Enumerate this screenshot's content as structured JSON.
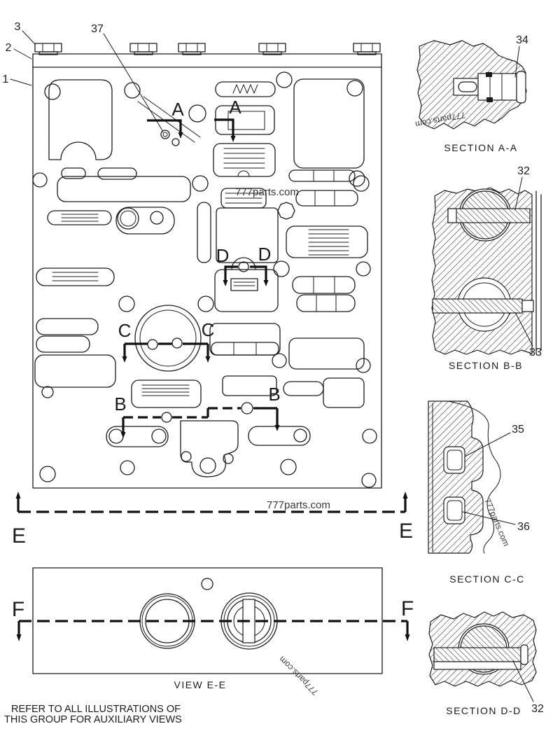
{
  "colors": {
    "line": "#1b1b1b",
    "watermark": "#3a3a3a",
    "background": "#ffffff"
  },
  "callouts": {
    "n1": "1",
    "n2": "2",
    "n3": "3",
    "n37": "37",
    "n32": "32",
    "n33": "33",
    "n34": "34",
    "n35": "35",
    "n36": "36"
  },
  "markers": {
    "a": "A",
    "b": "B",
    "c": "C",
    "d": "D",
    "e": "E",
    "f": "F"
  },
  "section_views": {
    "aa": {
      "label": "SECTION A-A"
    },
    "bb": {
      "label": "SECTION B-B"
    },
    "cc": {
      "label": "SECTION C-C"
    },
    "dd": {
      "label": "SECTION D-D"
    }
  },
  "view_ee_label": "VIEW E-E",
  "watermark": "777parts.com",
  "note": {
    "line1": "REFER TO ALL ILLUSTRATIONS OF",
    "line2": "THIS GROUP FOR AUXILIARY VIEWS"
  }
}
